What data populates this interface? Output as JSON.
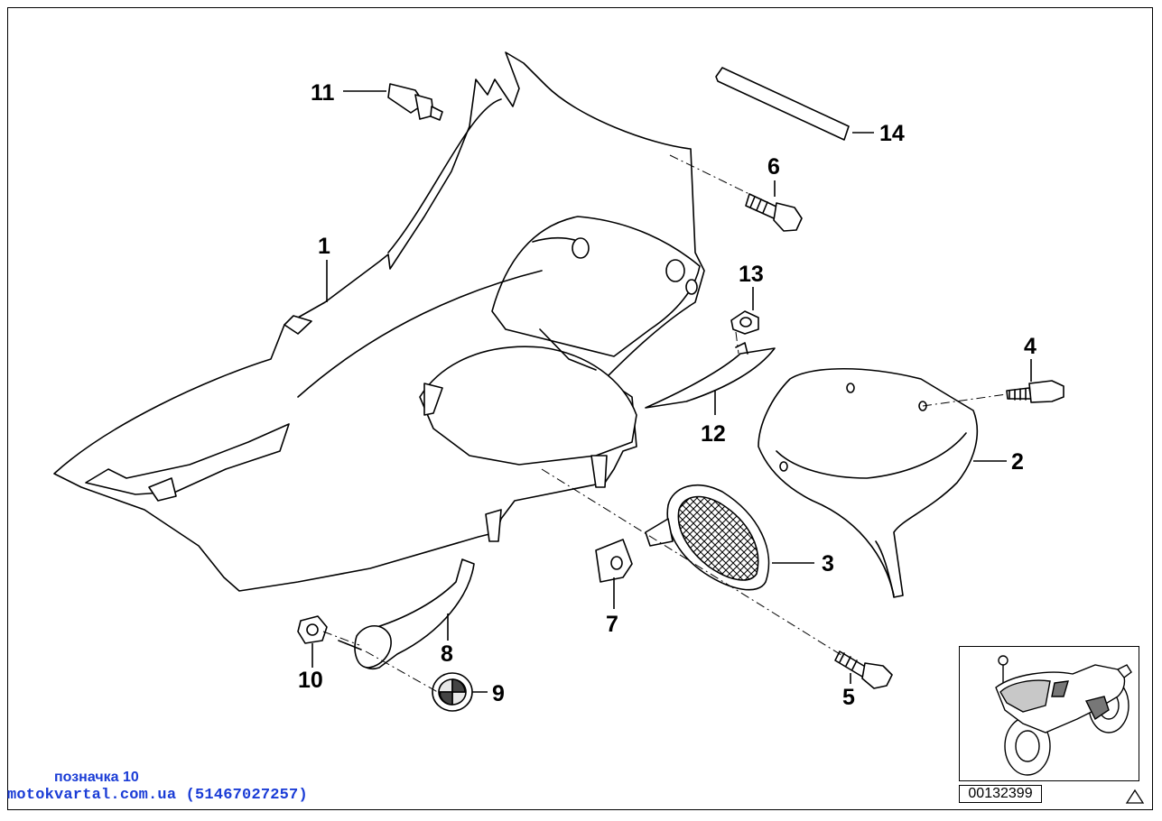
{
  "callouts": [
    {
      "id": "1",
      "label": "1"
    },
    {
      "id": "2",
      "label": "2"
    },
    {
      "id": "3",
      "label": "3"
    },
    {
      "id": "4",
      "label": "4"
    },
    {
      "id": "5",
      "label": "5"
    },
    {
      "id": "6",
      "label": "6"
    },
    {
      "id": "7",
      "label": "7"
    },
    {
      "id": "8",
      "label": "8"
    },
    {
      "id": "9",
      "label": "9"
    },
    {
      "id": "10",
      "label": "10"
    },
    {
      "id": "11",
      "label": "11"
    },
    {
      "id": "12",
      "label": "12"
    },
    {
      "id": "13",
      "label": "13"
    },
    {
      "id": "14",
      "label": "14"
    }
  ],
  "footer": {
    "label": "позначка 10",
    "site": "motokvartal.com.ua (51467027257)"
  },
  "diagram_code": "00132399",
  "colors": {
    "footer_text": "#1a3cd6",
    "line": "#000000",
    "background": "#ffffff"
  },
  "icons": {
    "warning": "triangle-warning-icon",
    "motorcycle": "motorcycle-thumbnail-icon"
  }
}
